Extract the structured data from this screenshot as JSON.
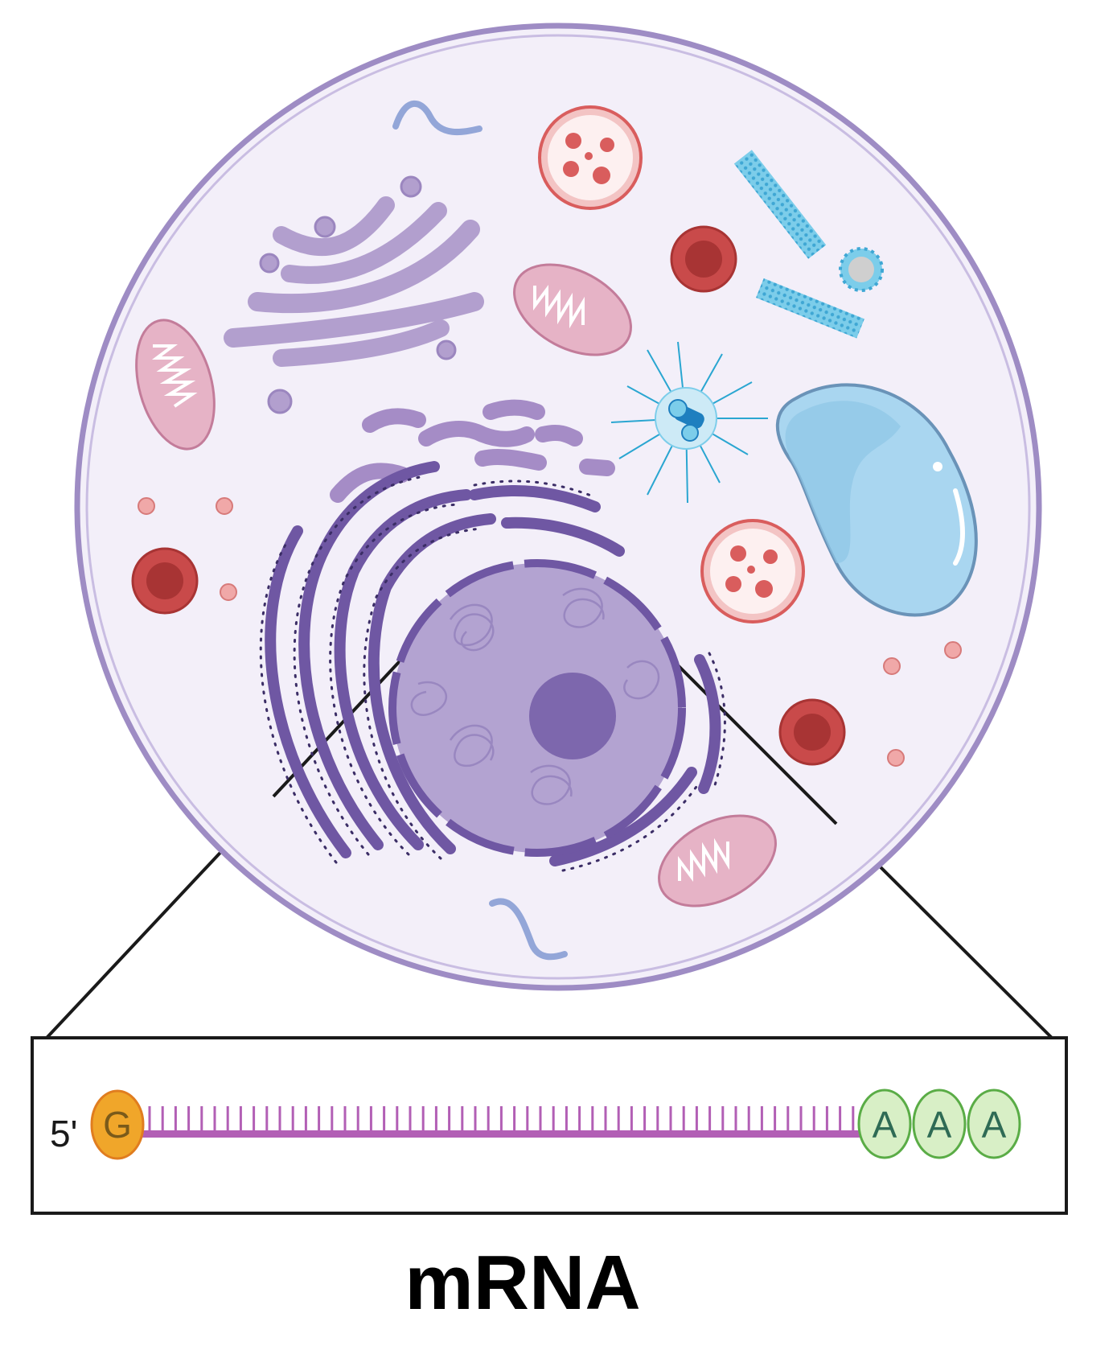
{
  "diagram": {
    "caption": "mRNA",
    "five_prime_label": "5'",
    "cap_label": "G",
    "poly_a": [
      "A",
      "A",
      "A"
    ]
  },
  "colors": {
    "membrane": "#9e8cc4",
    "cytoplasm": "#f3eff9",
    "nucleus": "#b3a3d1",
    "nucleolus": "#7d67ad",
    "rough_er": "#6f57a3",
    "golgi": "#b29fce",
    "smooth_er": "#a58cc6",
    "mitochondria": "#e6b3c6",
    "lysosome": "#d95d5d",
    "vacuole": "#a9d6f0",
    "cytoskeleton": "#63bde0",
    "centrosome": "#1e7fbf",
    "strand": "#b25fb5",
    "cap": "#f0a62a",
    "poly_a_fill": "#d8efc6",
    "poly_a_stroke": "#5aac46",
    "zoom_lines": "#1a1a1a"
  },
  "icons": [
    "cell-membrane-icon",
    "nucleus-icon",
    "nucleolus-icon",
    "rough-er-icon",
    "golgi-icon",
    "smooth-er-icon",
    "mitochondrion-icon",
    "lysosome-icon",
    "vesicle-icon",
    "vacuole-icon",
    "microtubule-icon",
    "centrosome-icon",
    "ribosome-icon",
    "mrna-strand-icon"
  ]
}
